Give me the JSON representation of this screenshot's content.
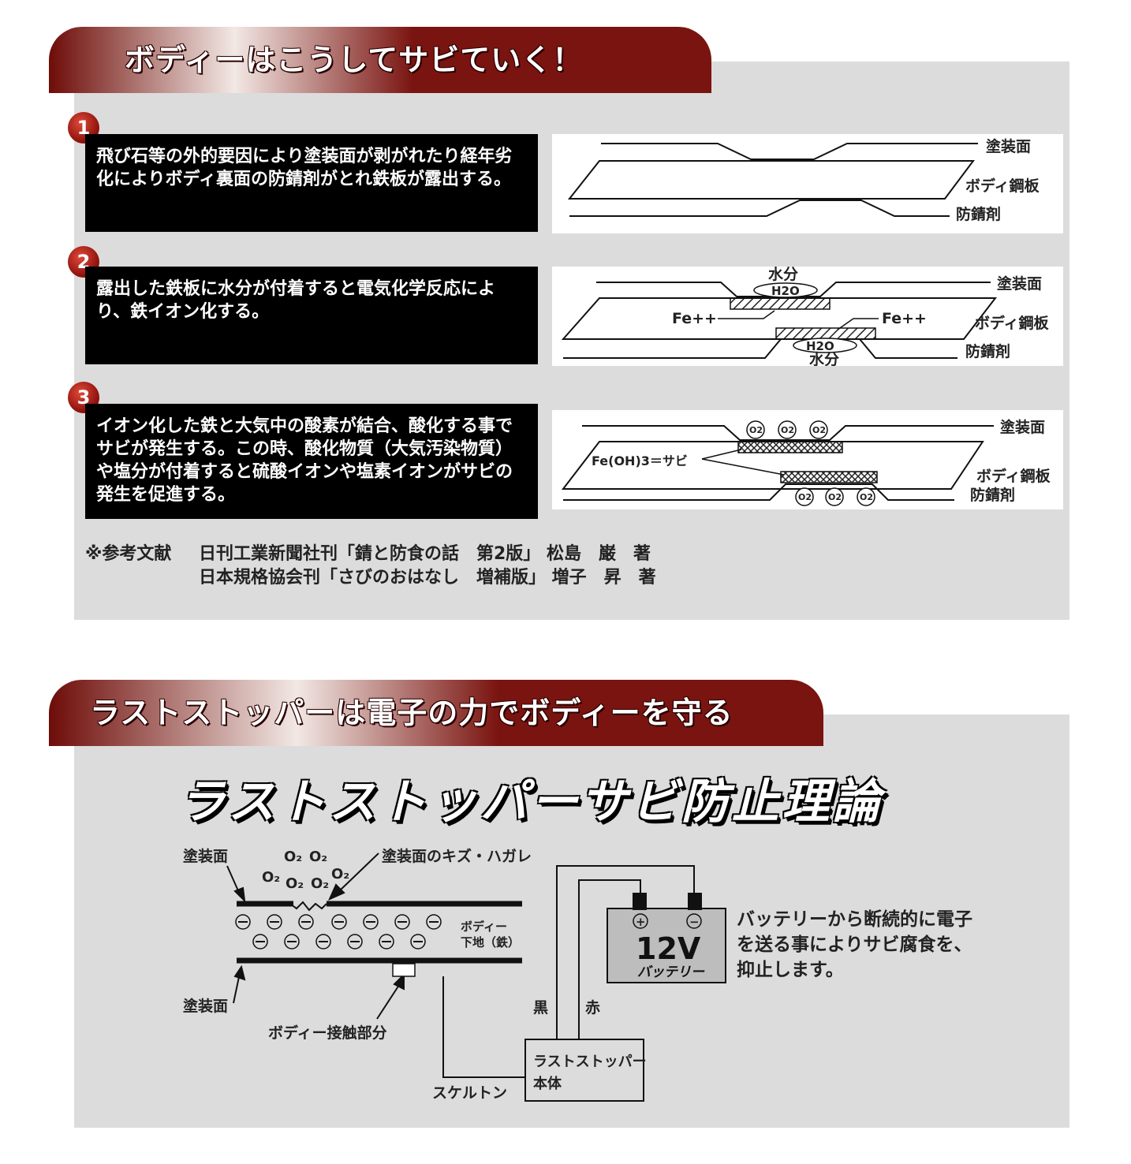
{
  "section1": {
    "title": "ボディーはこうしてサビていく！",
    "steps": [
      {
        "number": "1",
        "text": "飛び石等の外的要因により塗装面が剥がれたり経年劣化によりボディ裏面の防錆剤がとれ鉄板が露出する。",
        "labels": {
          "paint": "塗装面",
          "body": "ボディ鋼板",
          "rustproof": "防錆剤"
        }
      },
      {
        "number": "2",
        "text": "露出した鉄板に水分が付着すると電気化学反応により、鉄イオン化する。",
        "labels": {
          "paint": "塗装面",
          "body": "ボディ鋼板",
          "rustproof": "防錆剤",
          "water_top": "水分",
          "h2o_top": "H2O",
          "fe_left": "Fe++",
          "fe_right": "Fe++",
          "h2o_bottom": "H2O",
          "water_bottom": "水分"
        }
      },
      {
        "number": "3",
        "text": "イオン化した鉄と大気中の酸素が結合、酸化する事でサビが発生する。この時、酸化物質（大気汚染物質）や塩分が付着すると硫酸イオンや塩素イオンがサビの発生を促進する。",
        "labels": {
          "paint": "塗装面",
          "body": "ボディ鋼板",
          "rustproof": "防錆剤",
          "rust": "Fe(OH)3＝サビ",
          "o2": "O2"
        }
      }
    ],
    "reference": {
      "prefix": "※参考文献",
      "line1": "日刊工業新聞社刊「錆と防食の話　第2版」 松島　巌　著",
      "line2": "日本規格協会刊「さびのおはなし　増補版」 増子　昇　著"
    }
  },
  "section2": {
    "title": "ラストストッパーは電子の力でボディーを守る",
    "big_title": "ラストストッパーサビ防止理論",
    "diagram": {
      "paint_top": "塗装面",
      "paint_bottom": "塗装面",
      "scratch": "塗装面のキズ・ハガレ",
      "o2": "O₂",
      "body_line1": "ボディー",
      "body_line2": "下地（鉄）",
      "contact": "ボディー接触部分",
      "skeleton": "スケルトン",
      "battery_voltage": "12V",
      "battery_label": "バッテリー",
      "black": "黒",
      "red": "赤",
      "unit_line1": "ラストストッパー",
      "unit_line2": "本体",
      "plus": "+",
      "minus": "−",
      "electron": "⊖"
    },
    "description": "バッテリーから断続的に電子を送る事によりサビ腐食を、抑止します。"
  },
  "colors": {
    "banner_dark": "#6e0c08",
    "banner_light": "#f2e8e4",
    "panel_bg": "#dcdcdc",
    "step_circle": "#b01e14"
  }
}
